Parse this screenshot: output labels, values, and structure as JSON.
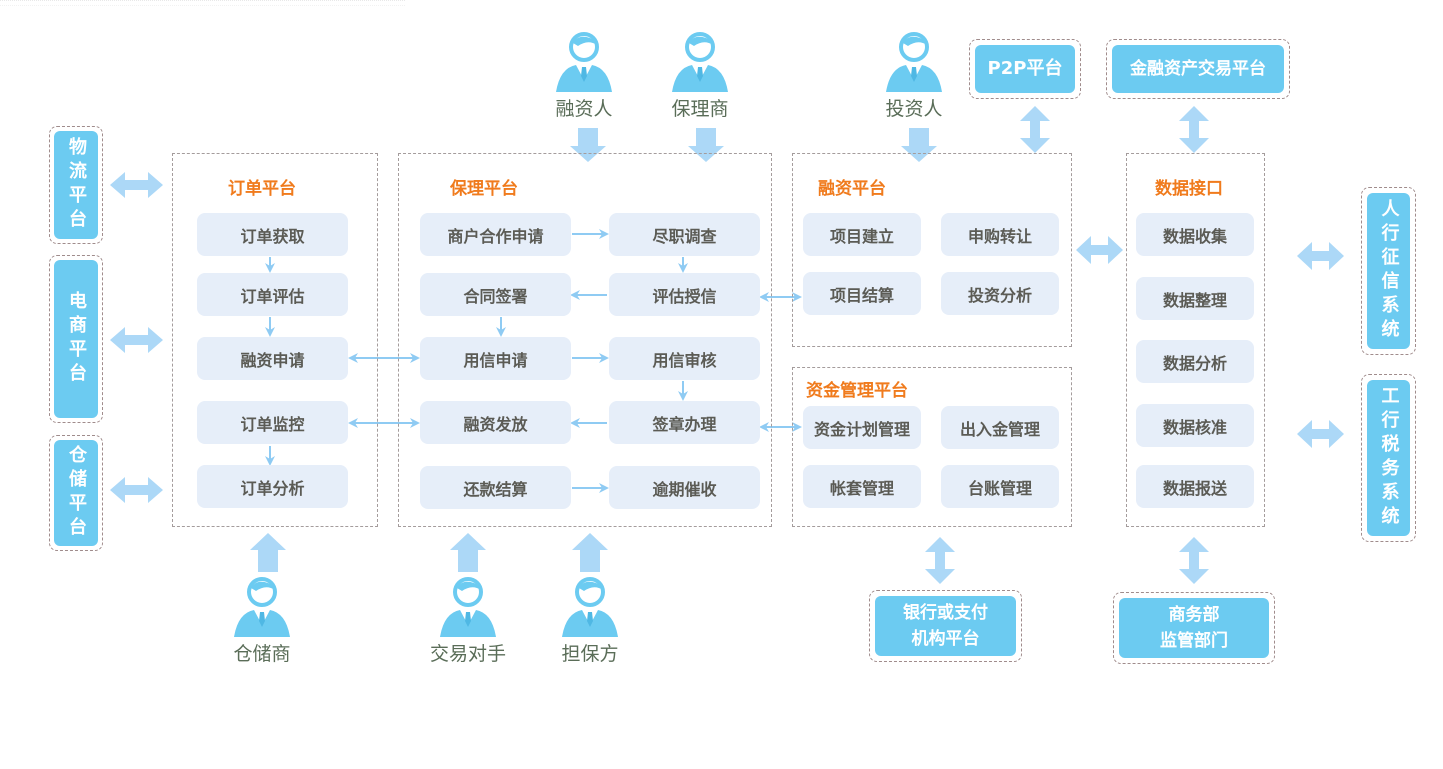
{
  "colors": {
    "panel_title": "#f07b1d",
    "node_bg": "#e6eef9",
    "node_text": "#5b5b55",
    "external_bg": "#6ccbf1",
    "arrow": "#acd8f7",
    "thin_arrow": "#8fcbf3",
    "person": "#6ccbf1",
    "person_label": "#5a6d58"
  },
  "actors": {
    "financier": "融资人",
    "factor": "保理商",
    "investor": "投资人",
    "warehouse": "仓储商",
    "counterparty": "交易对手",
    "guarantor": "担保方"
  },
  "external": {
    "logistics": "物流平台",
    "ecommerce": "电商平台",
    "warehousing": "仓储平台",
    "p2p": "P2P平台",
    "asset_exchange": "金融资产交易平台",
    "pboc_credit": "人行征信系统",
    "icbc_tax": "工行税务系统",
    "bank_payment_line1": "银行或支付",
    "bank_payment_line2": "机构平台",
    "mofcom_line1": "商务部",
    "mofcom_line2": "监管部门"
  },
  "order_platform": {
    "title": "订单平台",
    "items": [
      "订单获取",
      "订单评估",
      "融资申请",
      "订单监控",
      "订单分析"
    ]
  },
  "factoring_platform": {
    "title": "保理平台",
    "left": [
      "商户合作申请",
      "合同签署",
      "用信申请",
      "融资发放",
      "还款结算"
    ],
    "right": [
      "尽职调查",
      "评估授信",
      "用信审核",
      "签章办理",
      "逾期催收"
    ]
  },
  "financing_platform": {
    "title": "融资平台",
    "items": [
      "项目建立",
      "申购转让",
      "项目结算",
      "投资分析"
    ]
  },
  "fund_platform": {
    "title": "资金管理平台",
    "items": [
      "资金计划管理",
      "出入金管理",
      "帐套管理",
      "台账管理"
    ]
  },
  "data_interface": {
    "title": "数据接口",
    "items": [
      "数据收集",
      "数据整理",
      "数据分析",
      "数据核准",
      "数据报送"
    ]
  }
}
